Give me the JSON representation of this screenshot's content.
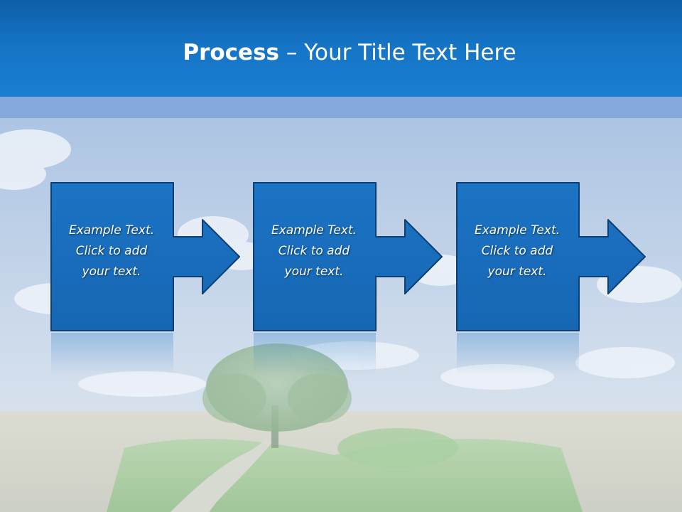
{
  "slide": {
    "title_bold": "Process",
    "title_rest": " – Your Title Text Here"
  },
  "steps": [
    {
      "line1": "Example Text.",
      "line2": "Click  to add",
      "line3": "your text."
    },
    {
      "line1": "Example Text.",
      "line2": "Click  to add",
      "line3": "your text."
    },
    {
      "line1": "Example Text.",
      "line2": "Click  to add",
      "line3": "your text."
    }
  ],
  "colors": {
    "title_bar": "#1573c4",
    "box_fill": "#1a6fbd",
    "box_border": "#0d3f73",
    "sky": "#c5d6e9"
  }
}
